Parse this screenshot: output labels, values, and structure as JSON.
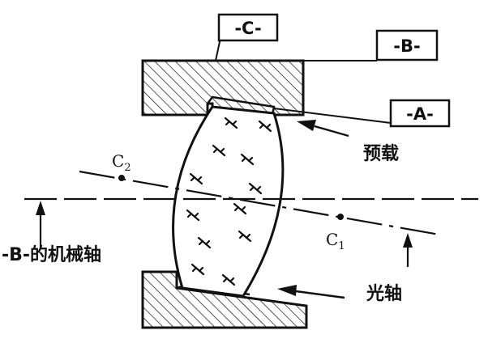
{
  "datums": {
    "c": "-C-",
    "b": "-B-",
    "a": "-A-"
  },
  "labels": {
    "preload": "预载",
    "optical_axis": "光轴",
    "mechanical_axis": "-B-的机械轴"
  },
  "points": {
    "c2_letter": "C",
    "c2_sub": "2",
    "c1_letter": "C",
    "c1_sub": "1"
  }
}
